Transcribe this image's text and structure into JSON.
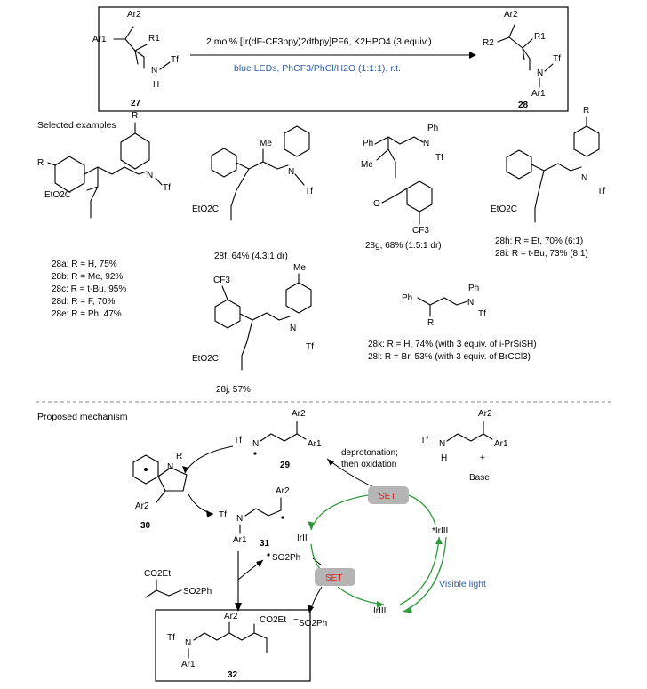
{
  "reaction": {
    "reactant_label": "27",
    "product_label": "28",
    "conditions_top": "2 mol% [Ir(dF-CF3ppy)2dtbpy]PF6, K2HPO4 (3 equiv.)",
    "conditions_bottom": "blue LEDs, PhCF3/PhCl/H2O (1:1:1), r.t.",
    "atoms": {
      "ar2": "Ar2",
      "ar1": "Ar1",
      "r1": "R1",
      "r2": "R2",
      "n": "N",
      "tf": "Tf",
      "h": "H"
    }
  },
  "selected_examples": {
    "heading": "Selected examples",
    "common": {
      "r": "R",
      "n": "N",
      "tf": "Tf",
      "eto2c": "EtO2C",
      "me": "Me",
      "ph": "Ph",
      "cf3": "CF3",
      "o": "O"
    },
    "group_28a": [
      "28a: R = H, 75%",
      "28b: R = Me, 92%",
      "28c: R = t-Bu, 95%",
      "28d: R = F, 70%",
      "28e: R = Ph, 47%"
    ],
    "item_28f": "28f, 64% (4.3:1 dr)",
    "item_28g": "28g, 68% (1.5:1 dr)",
    "group_28h": [
      "28h: R = Et, 70% (6:1)",
      "28i: R = t-Bu, 73% (8:1)"
    ],
    "item_28j": "28j, 57%",
    "group_28k": [
      "28k: R = H, 74% (with 3 equiv. of i-PrSiSH)",
      "28l: R = Br, 53% (with 3 equiv. of BrCCl3)"
    ]
  },
  "mechanism": {
    "heading": "Proposed mechanism",
    "label_29": "29",
    "label_30": "30",
    "label_31": "31",
    "label_32": "32",
    "deprotonation_line1": "deprotonation;",
    "deprotonation_line2": "then oxidation",
    "plus": "+",
    "base": "Base",
    "set_top": "SET",
    "set_bottom": "SET",
    "ir2": "IrII",
    "ir3_excited": "*IrIII",
    "ir3": "IrIII",
    "visible_light": "Visible light",
    "so2ph_radical": "SO2Ph",
    "so2ph_anion": "SO2Ph",
    "co2et": "CO2Et",
    "so2ph_reagent": "SO2Ph"
  },
  "colors": {
    "accent_blue": "#2f5fa8",
    "set_red": "#e0201c",
    "cycle_green": "#2e9a3c",
    "set_box_gray": "#b5b5b5"
  }
}
